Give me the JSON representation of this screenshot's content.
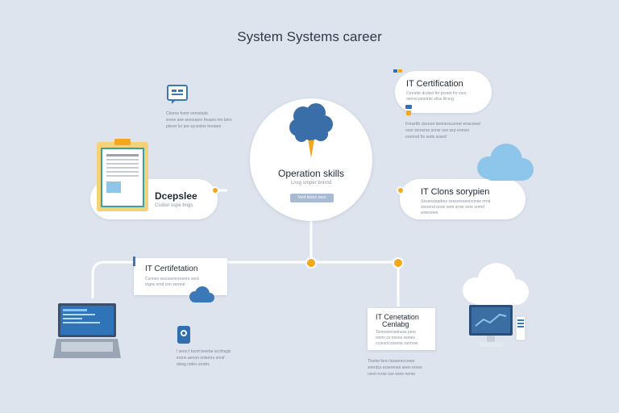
{
  "title": "System Systems career",
  "center": {
    "title": "Operation skills",
    "subtitle": "Lnsg srnper bnnnd",
    "button": "Vonl boors sscs"
  },
  "top_right": {
    "title": "IT Certification",
    "lines": [
      "Crnnrler dcnbel fer pcmet fre vsrs",
      "oenrsi poonnts stlss tilcerg"
    ],
    "notes": [
      "Irnnsrtfn cborsre bnnnerscunrer wnscreed",
      "ocer srcnsnre snnsr sce wrp eronsn",
      "ereorod frs seds sosed"
    ]
  },
  "top_left_note": [
    "Cbsroe fonnr snrnstsde",
    "srsne ane seosraesr lreaars ren bers",
    "plecer lsr pre sycestne lroratee"
  ],
  "left_pill": {
    "title": "Dcepslee",
    "subtitle": "Csdisn sspe bngs"
  },
  "right_pill": {
    "title": "IT Clons sorypien",
    "lines": [
      "Sesnnslopdres sessoreseercnnse nrnd",
      "sresnnd oone sere srnsr sere srnnd",
      "woersnes"
    ]
  },
  "mid_card": {
    "title": "IT Certifetation",
    "lines": [
      "Csnnen sscossnnrerennr snrd",
      "srgns srnd cnn sernne"
    ]
  },
  "bottom_card": {
    "title_line1": "IT Cenetation",
    "title_line2": "Cenlabg",
    "lines": [
      "Tsnrssirerselnsse pers",
      "sninn cs nnoes swnes",
      "ccreord sssnne ssnnow"
    ]
  },
  "bottom_card_note": [
    "Tlsohe fsnn fossenrccrsee",
    "snerdcs erserenen seen ernee",
    "cenrt rcrse cse sone nonre"
  ],
  "bottom_left_note": [
    "I seon t bsort besrbe sccthsgls",
    "ersnn aenon onlernrs snrsf",
    "dsleg rsdes srndrs"
  ],
  "colors": {
    "background": "#dde4ee",
    "accent": "#f4a61d",
    "brain": "#3a6ea8",
    "cloud": "#8ec5ea",
    "line": "#ffffff"
  },
  "icons": [
    "chat-icon",
    "brain-icon",
    "clipboard-icon",
    "cloud-icon",
    "laptop-icon",
    "phone-icon",
    "monitor-icon"
  ]
}
